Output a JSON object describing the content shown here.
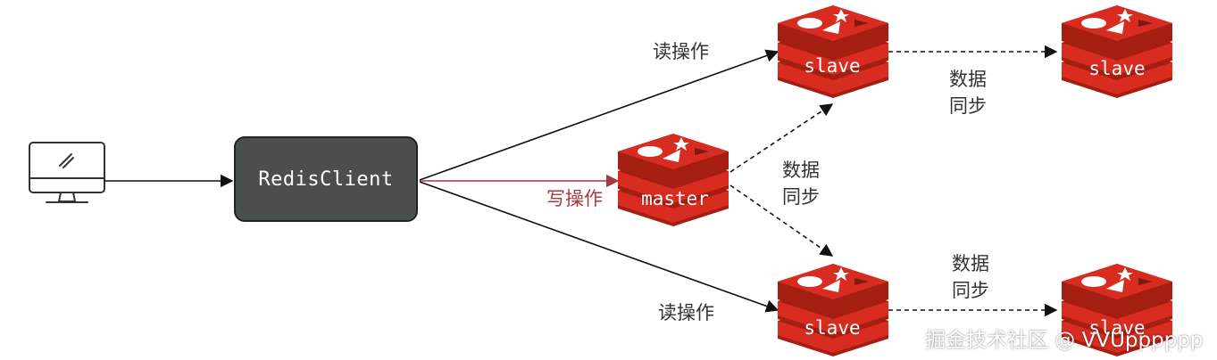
{
  "client": {
    "label": "RedisClient"
  },
  "nodes": {
    "master": "master",
    "slave_top": "slave",
    "slave_bottom": "slave",
    "slave_top_right": "slave",
    "slave_bottom_right": "slave"
  },
  "edges": {
    "write": "写操作",
    "read_top": "读操作",
    "read_bottom": "读操作",
    "sync_center_line1": "数据",
    "sync_center_line2": "同步",
    "sync_top_line1": "数据",
    "sync_top_line2": "同步",
    "sync_bottom_line1": "数据",
    "sync_bottom_line2": "同步"
  },
  "watermark": "掘金技术社区 @ VVUpppppp",
  "colors": {
    "redis_red": "#d82c20",
    "redis_dark": "#a41e11",
    "client_bg": "#4a4f4c",
    "write_arrow": "#a8393f"
  }
}
